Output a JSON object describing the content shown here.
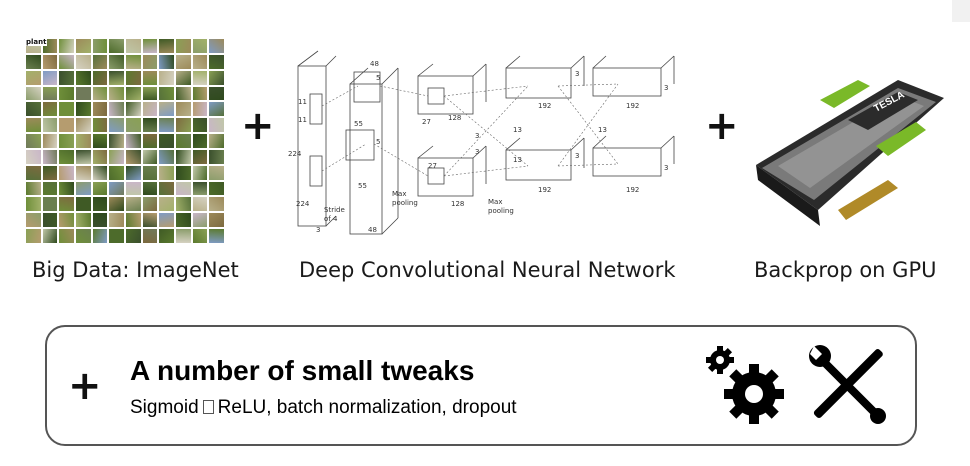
{
  "imagenet": {
    "tag": "plant"
  },
  "captions": {
    "big_data": "Big Data: ImageNet",
    "cnn": "Deep Convolutional Neural Network",
    "gpu": "Backprop on GPU"
  },
  "plus_sign": "+",
  "cnn_labels": {
    "input_side": "224",
    "input_bottom": "224",
    "input_depth": "3",
    "kernel_a": "11",
    "kernel_b": "11",
    "stride_line1": "Stride",
    "stride_line2": "of 4",
    "l1_depth": "48",
    "l1_size": "55",
    "l1_size2": "55",
    "l1_k": "5",
    "l1_k2": "5",
    "l1_bottom": "48",
    "maxpool1_line1": "Max",
    "maxpool1_line2": "pooling",
    "l2_size": "27",
    "l2_size2": "27",
    "l2_depth": "128",
    "l2_depth2": "128",
    "l2_k": "3",
    "l2_k2": "3",
    "maxpool2_line1": "Max",
    "maxpool2_line2": "pooling",
    "l3_size": "13",
    "l3_size2": "13",
    "l3_depth": "192",
    "l3_depth2": "192",
    "l3_k": "3",
    "l3_k2": "3",
    "l4_size": "13",
    "l4_depth": "192",
    "l4_depth2": "192",
    "l4_k": "3",
    "l4_k2": "3"
  },
  "tweaks": {
    "plus": "+",
    "title": "A number of small tweaks",
    "subtitle_before": "Sigmoid",
    "subtitle_after": "ReLU, batch normalization, dropout"
  },
  "gpu_brand": "TESLA",
  "icons": {
    "gears": "gears-icon",
    "tools": "wrench-screwdriver-icon"
  },
  "colors": {
    "gpu_green": "#7ab928",
    "gpu_body": "#2b2b2b",
    "box_border": "#555555"
  }
}
